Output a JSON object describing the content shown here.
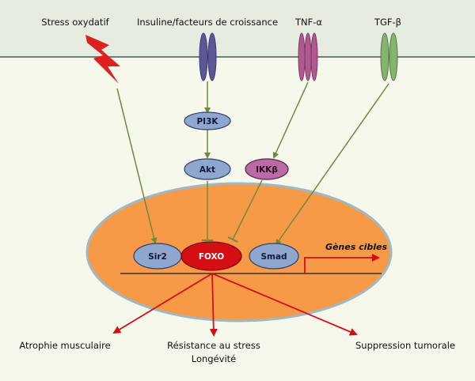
{
  "receptors": {
    "stress": "Stress oxydatif",
    "insulin": "Insuline/facteurs de croissance",
    "tnf": "TNF-α",
    "tgf": "TGF-β"
  },
  "nodes": {
    "pi3k": "PI3K",
    "akt": "Akt",
    "ikk": "IKKβ",
    "sir2": "Sir2",
    "foxo": "FOXO",
    "smad": "Smad"
  },
  "target_genes": "Gènes cibles",
  "outcomes": {
    "atrophy": "Atrophie musculaire",
    "stress_resistance": "Résistance au stress",
    "longevity": "Longévité",
    "tumor_suppression": "Suppression tumorale"
  },
  "colors": {
    "background_top": "#e6ece0",
    "cytoplasm": "#f5f8ea",
    "nucleus": "#f79a48",
    "nucleus_border": "#9fb8c2",
    "blue_node": "#8fa6cf",
    "ikk_node": "#bb6aa6",
    "foxo": "#d40f14",
    "insulin_receptor": "#5c5898",
    "tnf_receptor": "#b0588f",
    "tgf_receptor": "#84b46e",
    "stress_bolt": "#e01f1f",
    "arrow_green": "#6f8a3d",
    "arrow_red": "#d40f14"
  }
}
